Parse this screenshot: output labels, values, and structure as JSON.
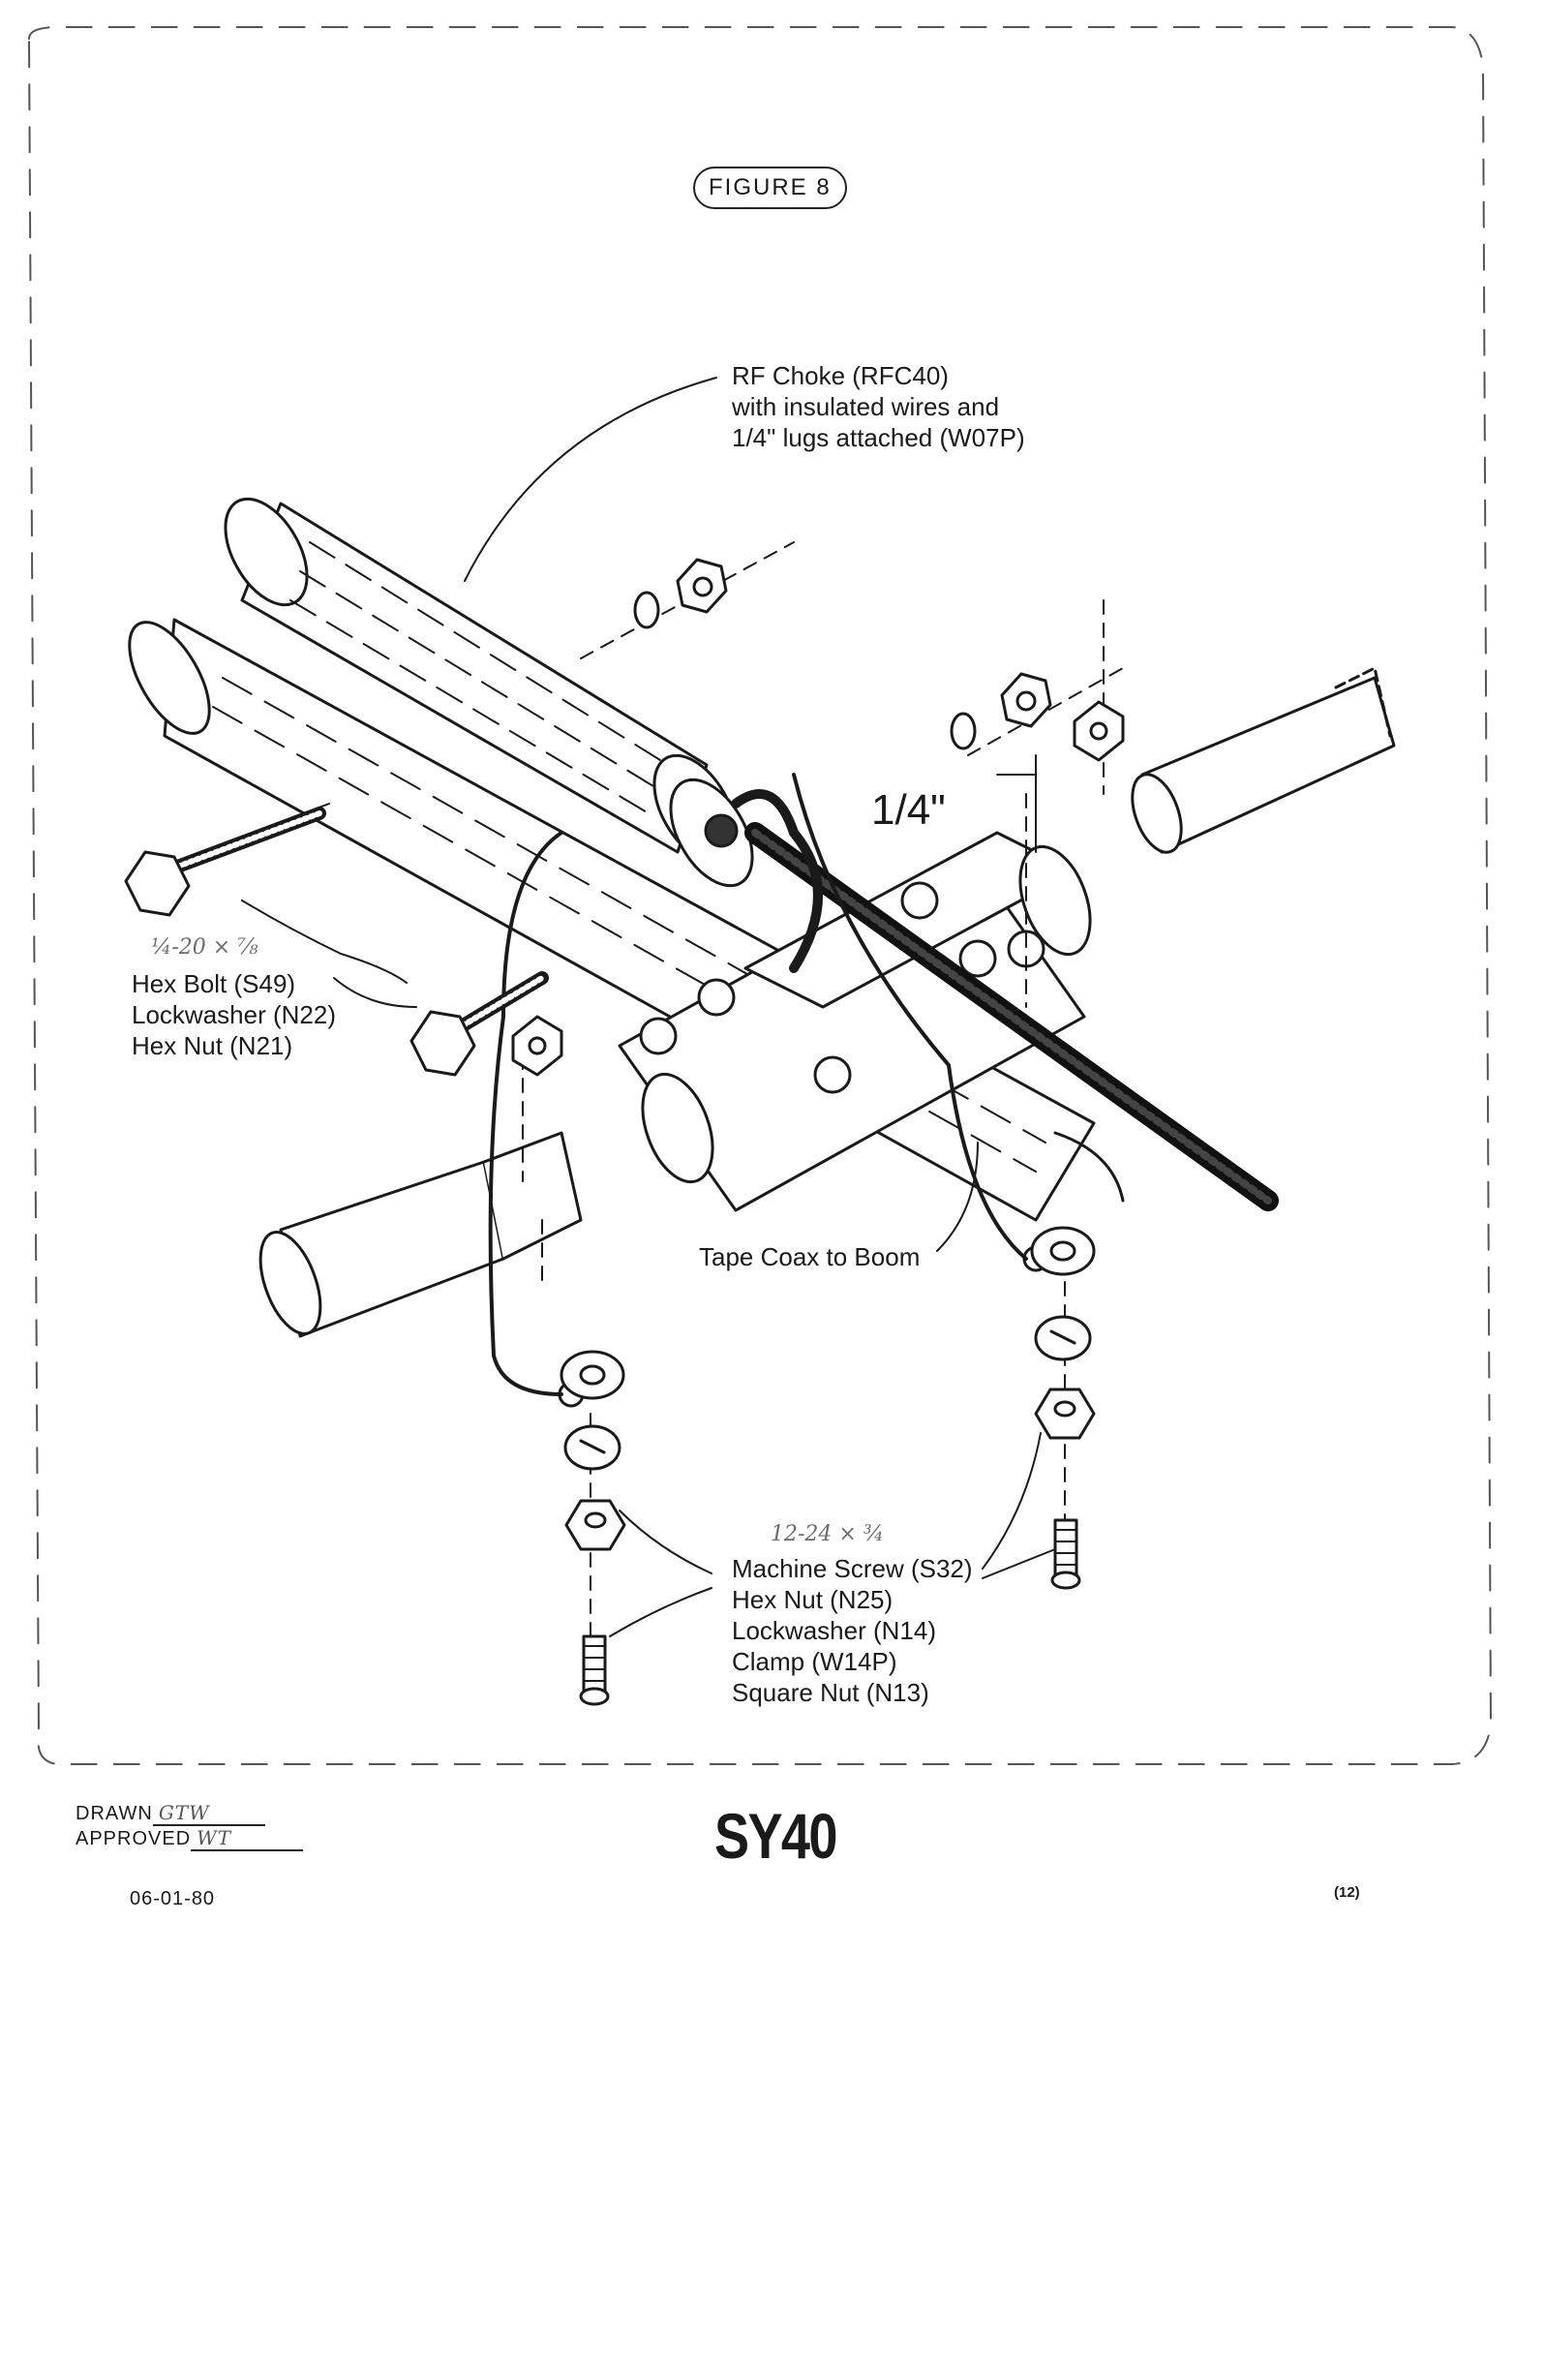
{
  "figure_label": "FIGURE 8",
  "dimension_label": "1/4\"",
  "callouts": {
    "rf_choke": [
      "RF Choke (RFC40)",
      "with insulated wires and",
      "1/4\" lugs attached (W07P)"
    ],
    "hex_bolt_group": [
      "Hex Bolt (S49)",
      "Lockwasher (N22)",
      "Hex Nut (N21)"
    ],
    "tape_coax": "Tape Coax to Boom",
    "screw_group": [
      "Machine Screw (S32)",
      "Hex Nut (N25)",
      "Lockwasher (N14)",
      "Clamp (W14P)",
      "Square Nut (N13)"
    ]
  },
  "handwritten": {
    "bolt_size": "¼-20 × ⅞",
    "screw_size": "12-24 × ¾"
  },
  "footer": {
    "drawn_label": "DRAWN",
    "drawn_initials": "GTW",
    "approved_label": "APPROVED",
    "approved_initials": "WT",
    "date": "06-01-80",
    "model": "SY40",
    "page_number": "(12)"
  }
}
